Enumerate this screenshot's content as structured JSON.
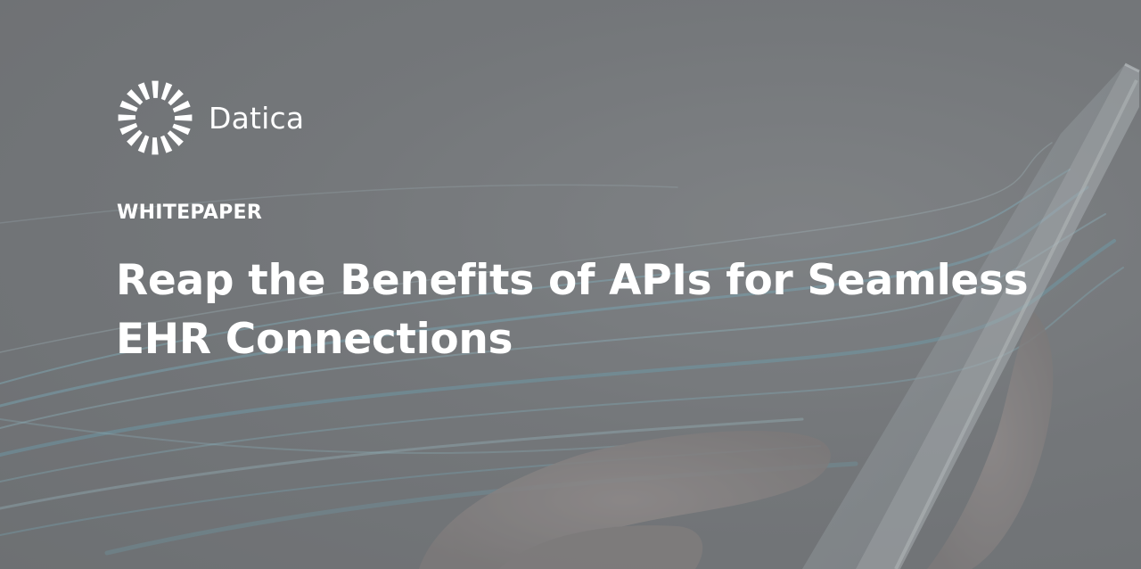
{
  "brand": {
    "name": "Datica",
    "logo_icon": "datica-swirl-icon"
  },
  "hero": {
    "eyebrow": "WHITEPAPER",
    "title_line1": "Reap the Benefits of APIs for Seamless",
    "title_line2": "EHR Connections",
    "background_image": "hand-holding-tablet-with-light-streaks",
    "colors": {
      "overlay": "#7a7d80",
      "text": "#ffffff",
      "streak": "#7fc2d6"
    }
  }
}
